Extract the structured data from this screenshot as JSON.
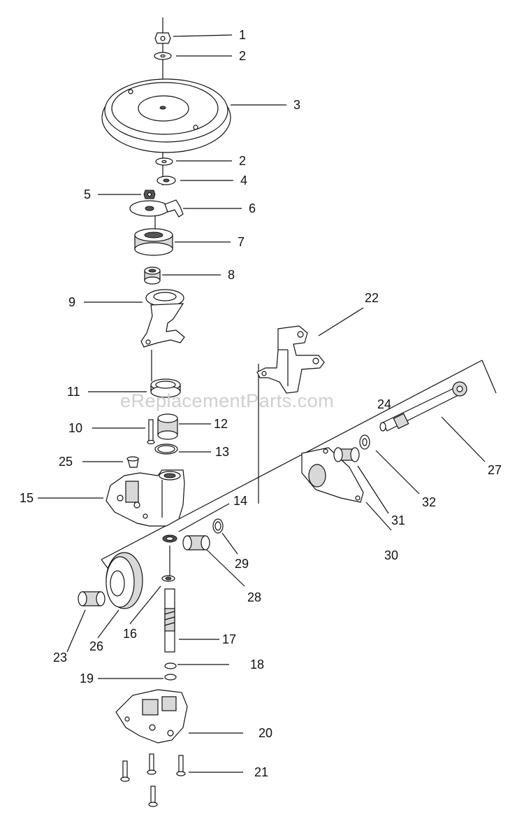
{
  "watermark": "eReplacementParts.com",
  "accent_color": "#111111",
  "callouts": [
    "1",
    "2",
    "3",
    "2",
    "4",
    "5",
    "6",
    "7",
    "8",
    "9",
    "22",
    "11",
    "24",
    "10",
    "12",
    "13",
    "27",
    "25",
    "32",
    "15",
    "31",
    "14",
    "29",
    "30",
    "28",
    "16",
    "17",
    "23",
    "26",
    "18",
    "19",
    "20",
    "21"
  ]
}
